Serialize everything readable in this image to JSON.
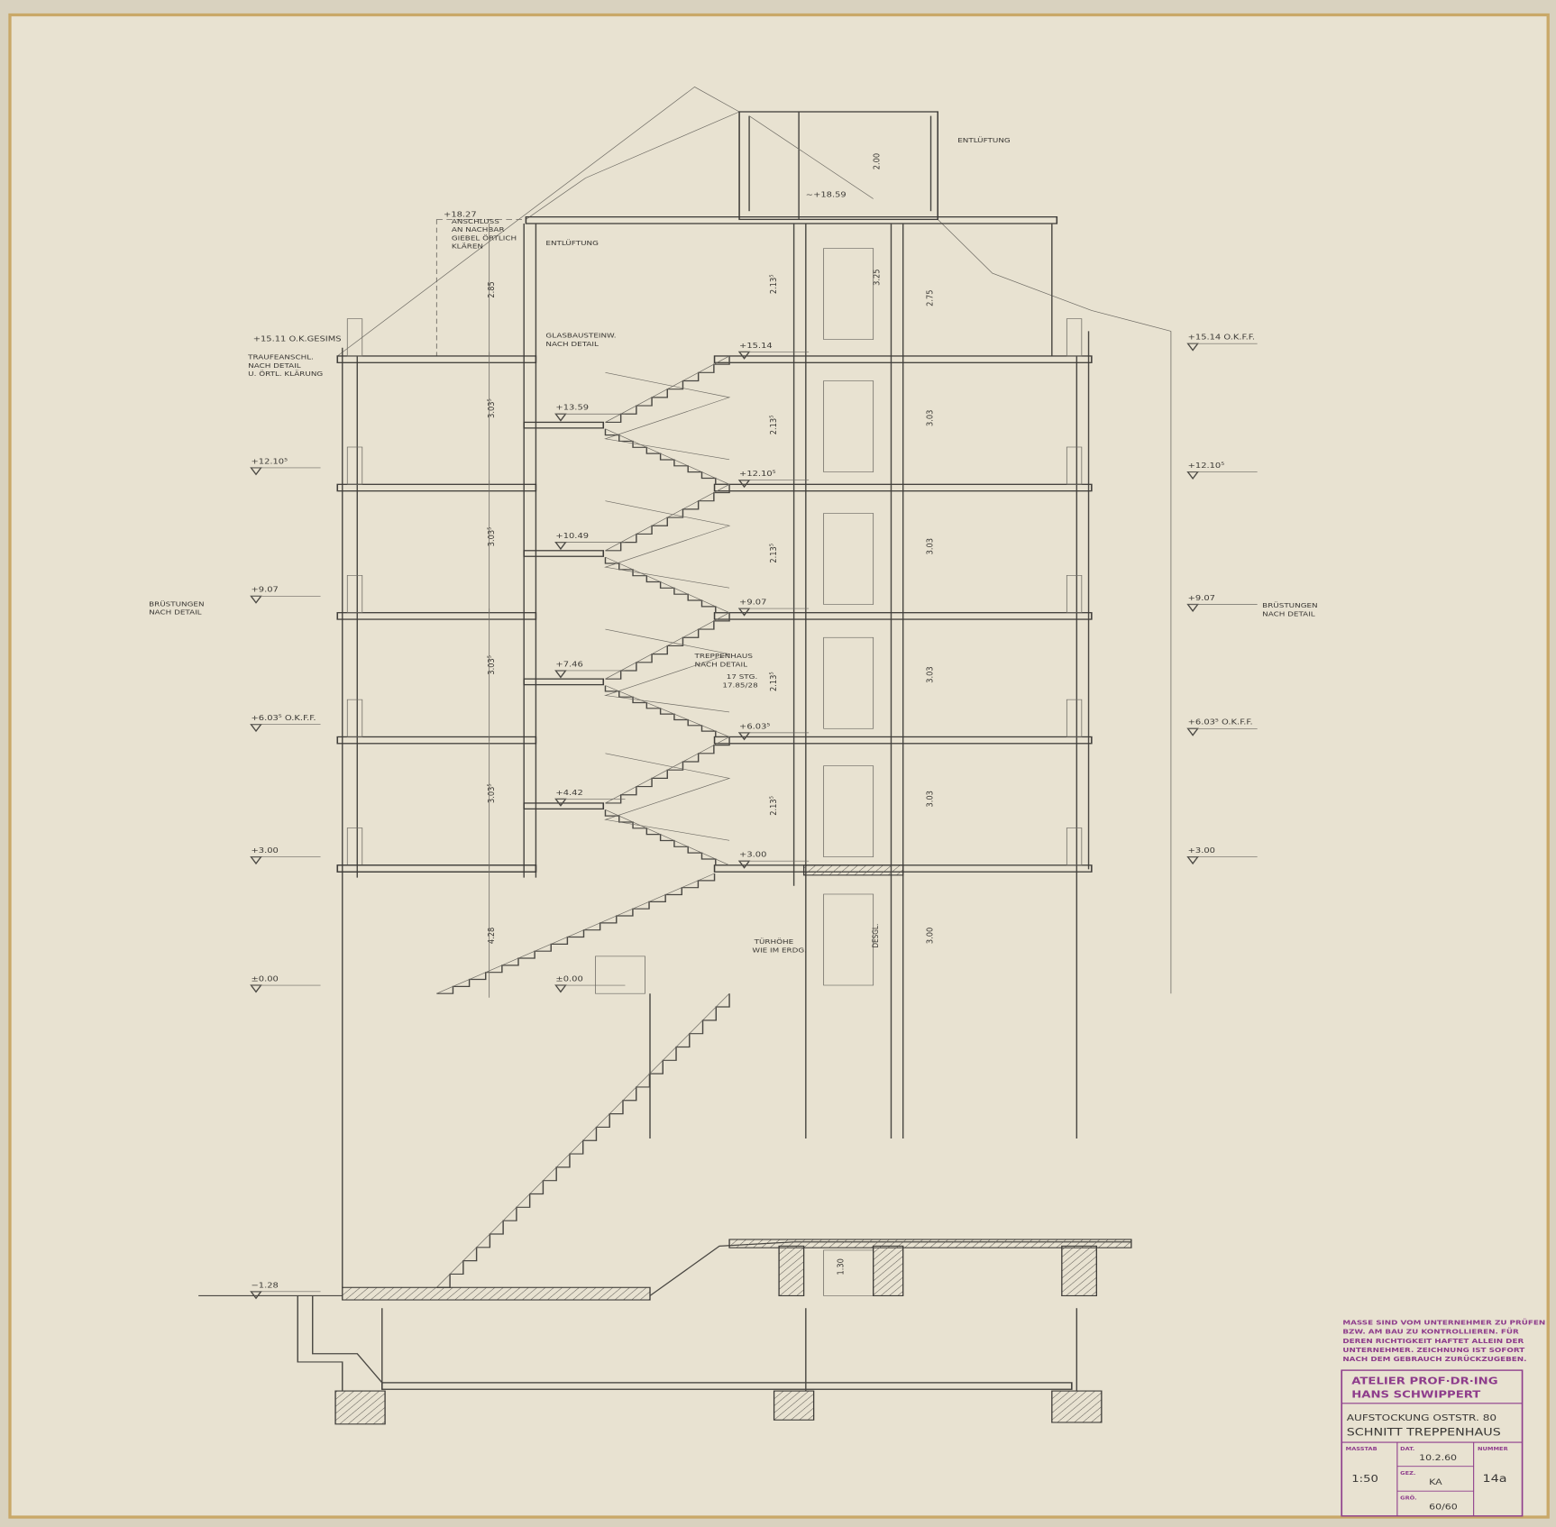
{
  "drawing": {
    "notes": {
      "anschluss": [
        "ANSCHLUSS",
        "AN NACHBAR",
        "GIEBEL ÖRTLICH",
        "KLÄREN"
      ],
      "entlueftung_top": "ENTLÜFTUNG",
      "entlueftung_side": "ENTLÜFTUNG",
      "glasbaustein": [
        "GLASBAUSTEINW.",
        "NACH DETAIL"
      ],
      "traufe": [
        "TRAUFEANSCHL.",
        "NACH DETAIL",
        "U. ÖRTL. KLÄRUNG"
      ],
      "gesims": "+15.11 O.K.GESIMS",
      "bruestungen_left": [
        "BRÜSTUNGEN",
        "NACH DETAIL"
      ],
      "bruestungen_right": [
        "BRÜSTUNGEN",
        "NACH DETAIL"
      ],
      "treppenhaus": [
        "TREPPENHAUS",
        "NACH DETAIL",
        "17 STG.",
        "17.85/28"
      ],
      "tuerhoehe": [
        "TÜRHÖHE",
        "WIE IM ERDG."
      ],
      "desgl": "DESGL."
    },
    "levels_left": [
      "+12.10⁵",
      "+9.07",
      "+6.03⁵ O.K.F.F.",
      "+3.00",
      "±0.00",
      "−1.28"
    ],
    "levels_right": [
      "+15.14 O.K.F.F.",
      "+12.10⁵",
      "+9.07",
      "+6.03⁵ O.K.F.F.",
      "+3.00"
    ],
    "levels_stair": [
      "+15.14",
      "+13.59",
      "+12.10⁵",
      "+10.49",
      "+9.07",
      "+7.46",
      "+6.03⁵",
      "+4.42",
      "+3.00",
      "±0.00"
    ],
    "level_top": "+18.27",
    "level_penthouse": "~+18.59",
    "dims": {
      "left_heights": [
        "2.85",
        "3.03⁵",
        "3.03⁵",
        "3.03⁵",
        "3.03⁵",
        "4.28"
      ],
      "stair_heights": [
        "2.13⁵",
        "2.13⁵",
        "2.13⁵",
        "2.13⁵",
        "2.13⁵"
      ],
      "right_heights": [
        "2.75",
        "3.03",
        "3.03",
        "3.03",
        "3.03",
        "3.00"
      ],
      "penthouse": [
        "2.00",
        "3.25"
      ],
      "basement": "1.30"
    }
  },
  "stamp_note": [
    "MASSE SIND VOM UNTERNEHMER ZU PRÜFEN",
    "BZW. AM BAU ZU KONTROLLIEREN. FÜR",
    "DEREN RICHTIGKEIT HAFTET ALLEIN DER",
    "UNTERNEHMER. ZEICHNUNG IST SOFORT",
    "NACH DEM GEBRAUCH ZURÜCKZUGEBEN."
  ],
  "title_block": {
    "office": [
      "ATELIER PROF·DR·ING",
      "HANS SCHWIPPERT"
    ],
    "project": "AUFSTOCKUNG OSTSTR. 80",
    "sheet_title": "SCHNITT TREPPENHAUS",
    "masstab_label": "MASSTAB",
    "masstab": "1:50",
    "dat_label": "DAT.",
    "dat": "10.2.60",
    "gez_label": "GEZ.",
    "gez": "KA",
    "gro_label": "GRÖ.",
    "gro": "60/60",
    "nummer_label": "NUMMER",
    "nummer": "14a"
  },
  "colors": {
    "paper": "#e8e2d1",
    "stamp": "#8e3d8c",
    "pencil": "#4a4843"
  }
}
